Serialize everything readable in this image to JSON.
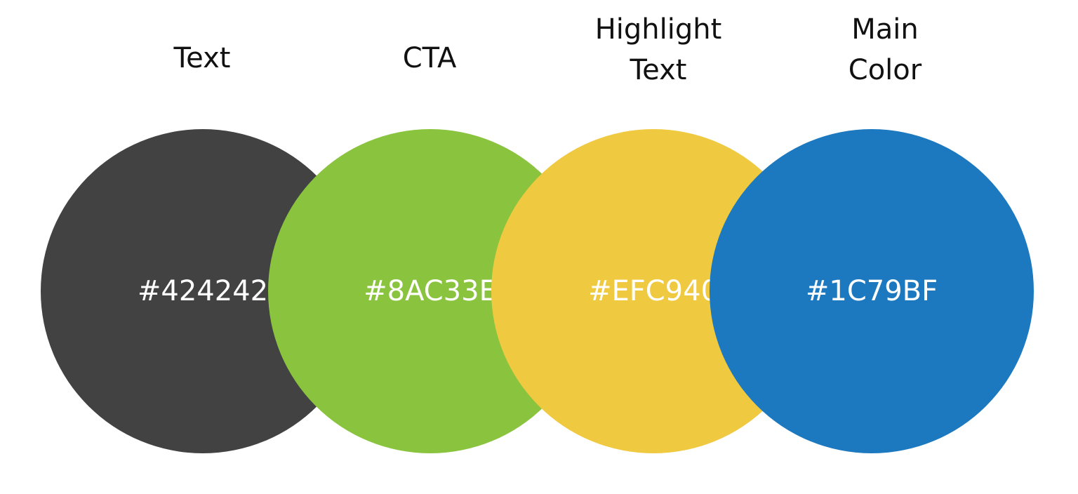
{
  "swatches": [
    {
      "label_lines": [
        "Text"
      ],
      "hex": "#424242",
      "color": "#424242"
    },
    {
      "label_lines": [
        "CTA"
      ],
      "hex": "#8AC33E",
      "color": "#8AC33E"
    },
    {
      "label_lines": [
        "Highlight",
        "Text"
      ],
      "hex": "#EFC940",
      "color": "#EFC940"
    },
    {
      "label_lines": [
        "Main",
        "Color"
      ],
      "hex": "#1C79BF",
      "color": "#1C79BF"
    }
  ]
}
